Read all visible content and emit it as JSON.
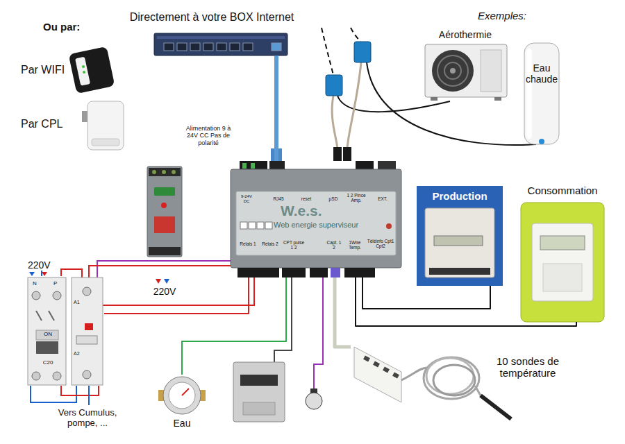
{
  "diagram": {
    "nodes": [
      {
        "text": [
          "Directement à votre BOX Internet"
        ]
      },
      {
        "text": [
          "Par WIFI"
        ]
      },
      {
        "text": [
          "Par CPL"
        ]
      },
      {
        "text": [
          "W.e.s.",
          "Web energie superviseur"
        ]
      },
      {
        "text": [
          "220V"
        ]
      },
      {
        "text": [
          "220V"
        ]
      },
      {
        "text": [
          "Aérothermie"
        ]
      },
      {
        "text": [
          "Eau chaude"
        ]
      },
      {
        "text": [
          "Production"
        ]
      },
      {
        "text": [
          "Consommation"
        ]
      },
      {
        "text": [
          "Eau"
        ]
      },
      {
        "text": [
          "10 sondes de température"
        ]
      }
    ],
    "edges": [
      {
        "from": 0,
        "to": 3,
        "arrow": "none"
      },
      {
        "from": 3,
        "to": 8,
        "arrow": "none"
      },
      {
        "from": 3,
        "to": 9,
        "arrow": "none"
      },
      {
        "from": 3,
        "to": 5,
        "arrow": "none"
      },
      {
        "from": 3,
        "to": 10,
        "arrow": "none"
      },
      {
        "from": 3,
        "to": 11,
        "arrow": "none"
      }
    ],
    "labels": [
      "Ou par:",
      "Exemples:",
      "Alimentation 9 à 24V CC Pas de polarité",
      "9-24V DC",
      "RJ45",
      "reset",
      "µSD",
      "1 2 Pince Amp.",
      "EXT.",
      "Relais 1",
      "Relais 2",
      "CPT pulse 1 2",
      "Capt. 1 2",
      "1Wire Temp.",
      "Téléinfo Cpt1 Cpt2",
      "N",
      "P",
      "ON",
      "C20",
      "A1",
      "A2",
      "Vers Cumulus, pompe, ..."
    ]
  }
}
